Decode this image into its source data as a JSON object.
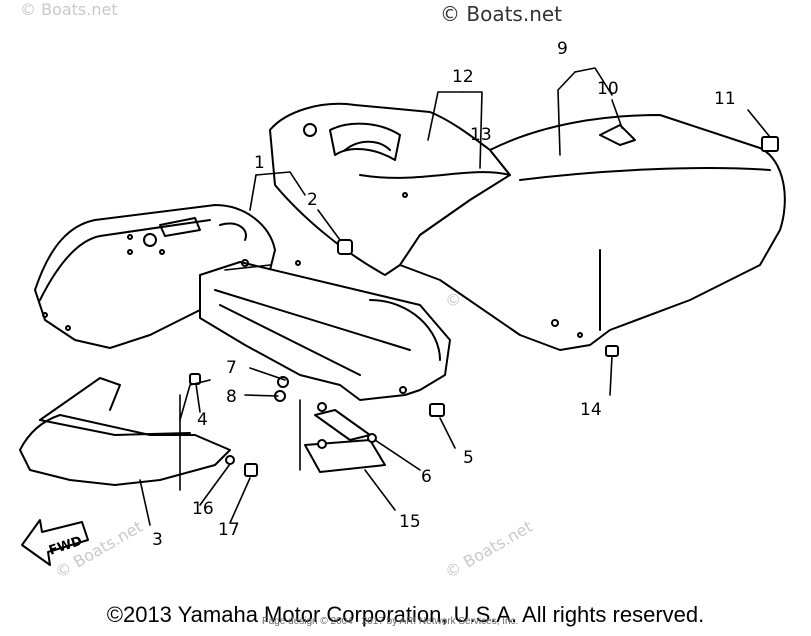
{
  "watermarks": {
    "top": "© Boats.net",
    "tiled": "© Boats.net"
  },
  "fwd_label": "FWD",
  "callouts": {
    "c1": "1",
    "c2": "2",
    "c3": "3",
    "c4": "4",
    "c5": "5",
    "c6": "6",
    "c7": "7",
    "c8": "8",
    "c9": "9",
    "c10": "10",
    "c11": "11",
    "c12": "12",
    "c13": "13",
    "c14": "14",
    "c15": "15",
    "c16": "16",
    "c17": "17"
  },
  "footer": {
    "copyright": "©2013 Yamaha Motor Corporation, U.S.A. All rights reserved.",
    "page_design": "Page design © 2004 - 2017 by ARI Network Services, Inc."
  }
}
